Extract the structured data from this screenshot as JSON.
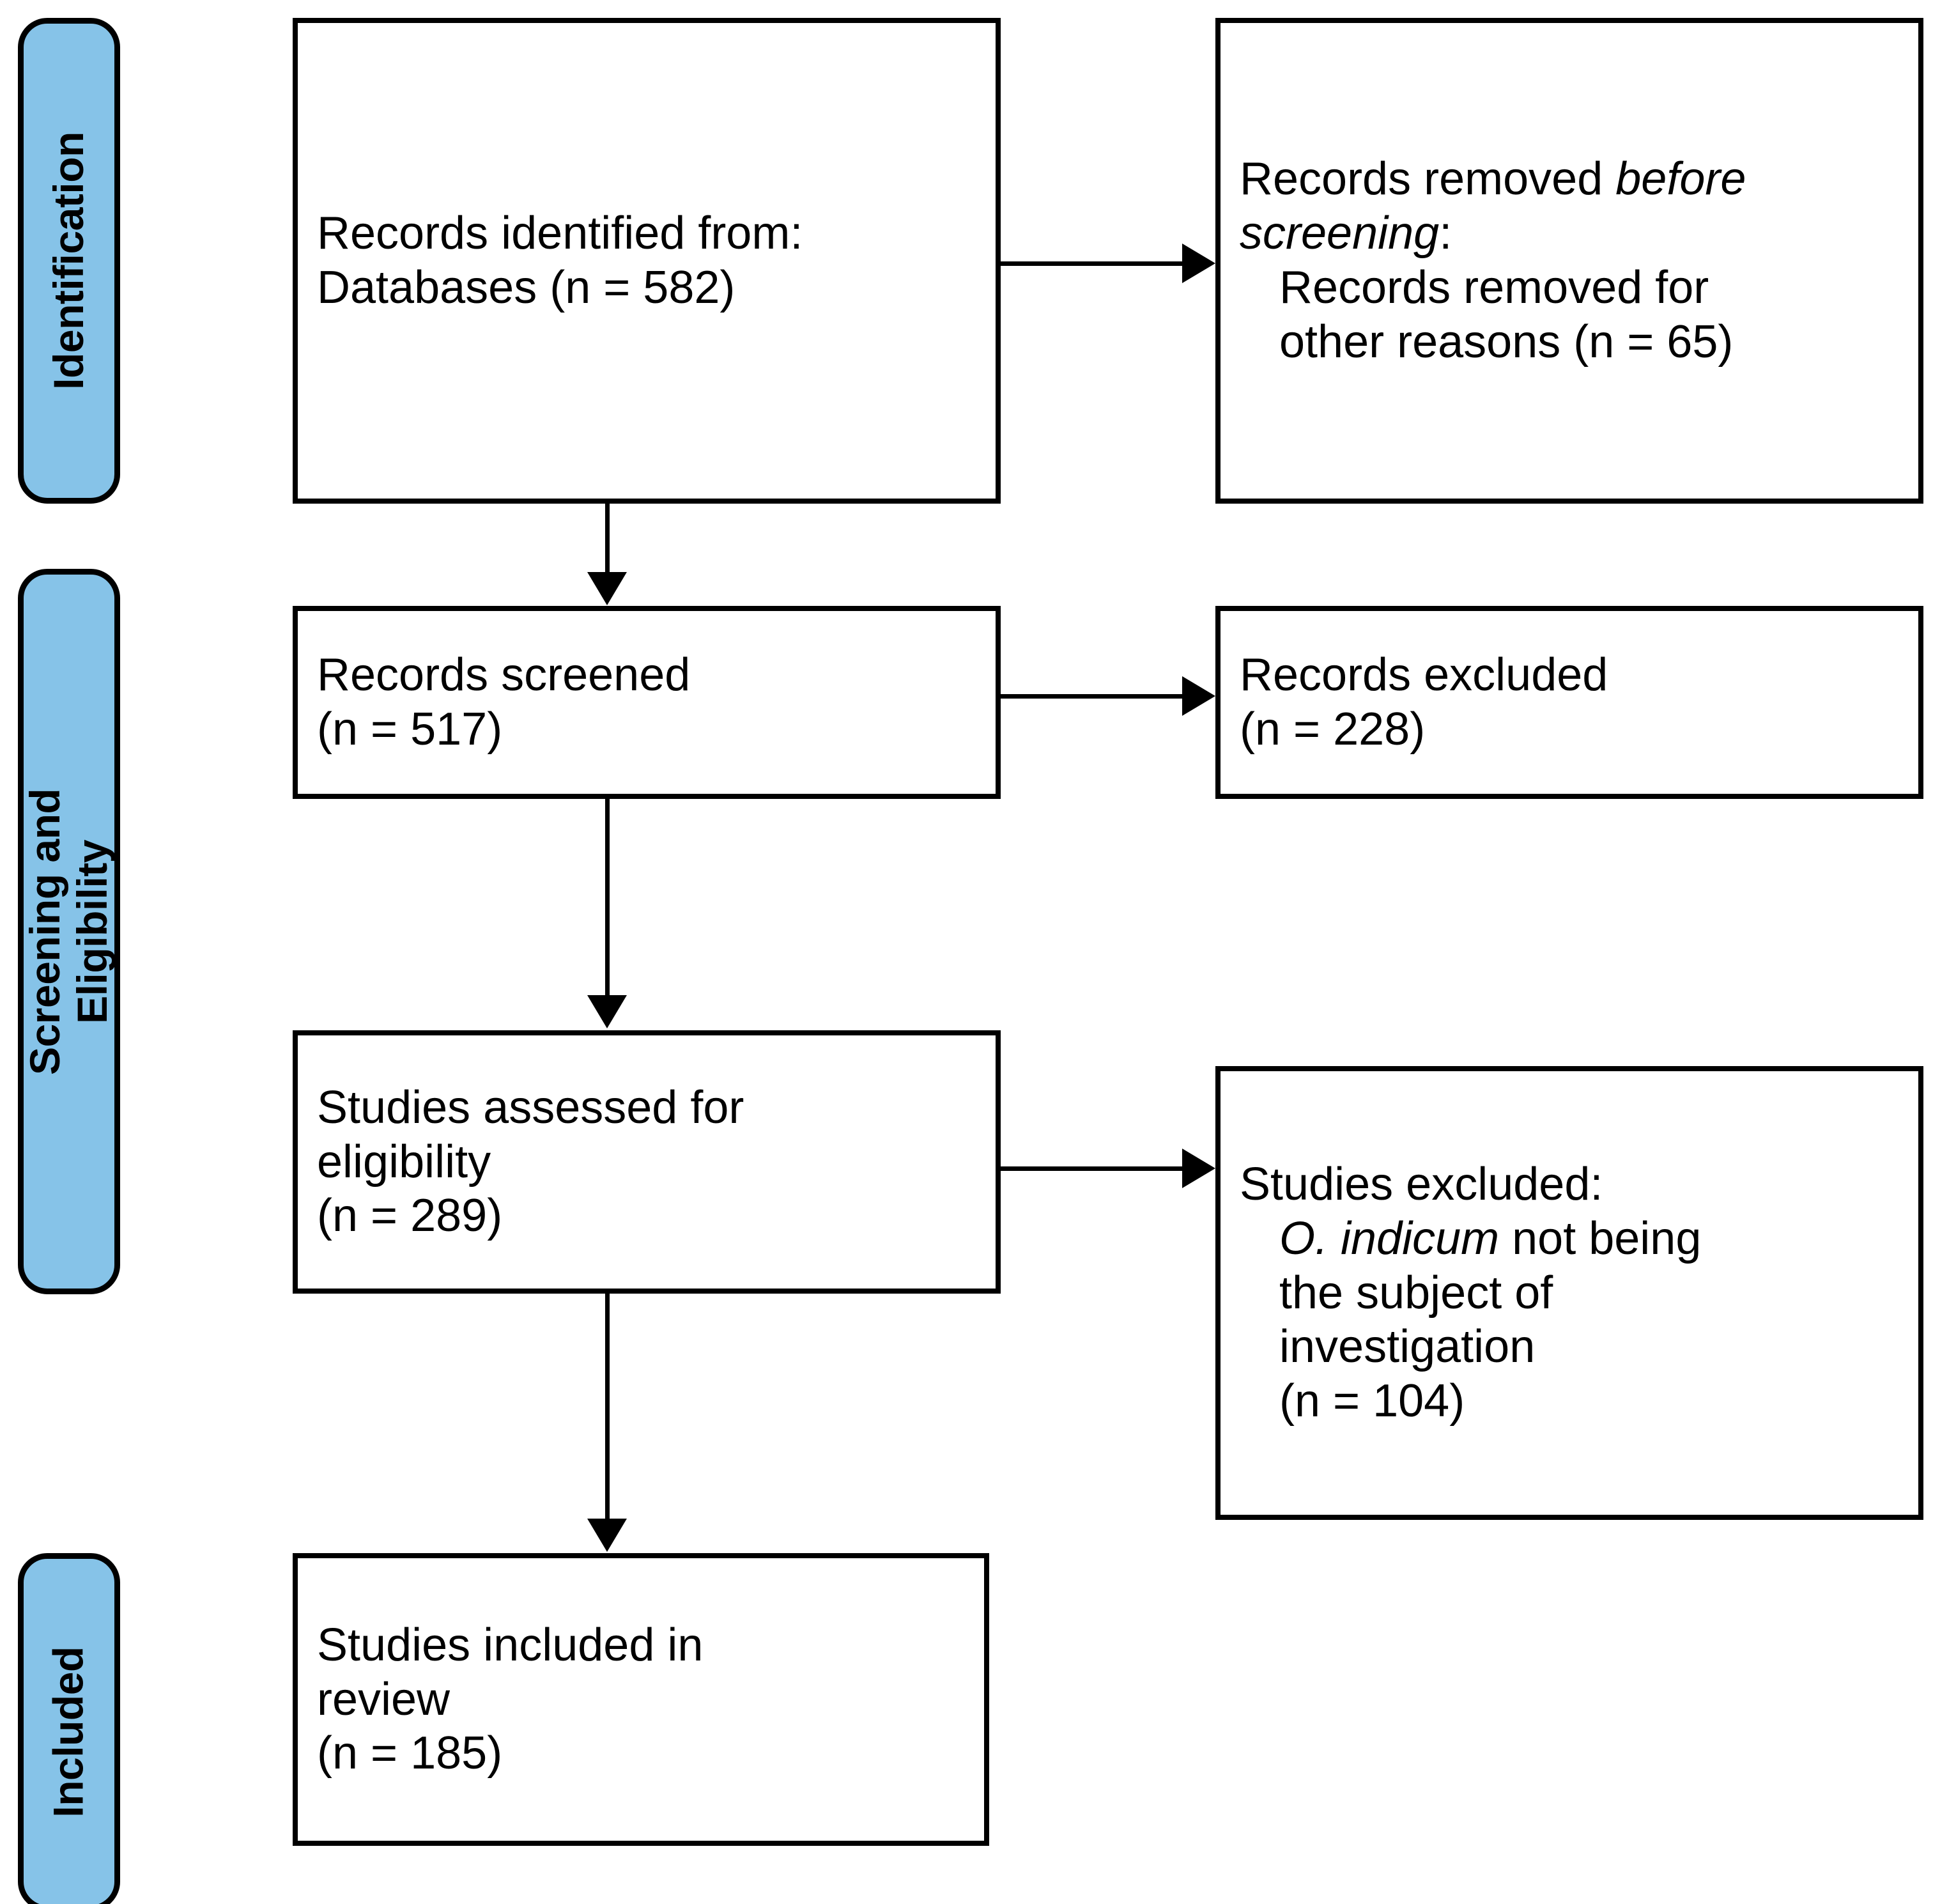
{
  "diagram": {
    "type": "prisma-flow-diagram",
    "title": "",
    "accent_color": "#86C3E8",
    "line_color": "#000000",
    "background": "#ffffff"
  },
  "stages": [
    {
      "id": "identification",
      "label": "Identification"
    },
    {
      "id": "screening-eligibility",
      "label": "Screening and\nEligibility"
    },
    {
      "id": "included",
      "label": "Included"
    }
  ],
  "boxes": {
    "records_identified": {
      "line1": "Records identified from:",
      "line2": "Databases (n = 582)",
      "count": 582
    },
    "records_removed": {
      "line1_plain": "Records removed ",
      "line1_italic": "before",
      "line2_italic": "screening",
      "line2_plain": ":",
      "line3": "Records removed for",
      "line4": "other reasons (n = 65)",
      "count": 65
    },
    "records_screened": {
      "line1": "Records screened",
      "line2": "(n = 517)",
      "count": 517
    },
    "records_excluded": {
      "line1": "Records excluded",
      "line2": "(n = 228)",
      "count": 228
    },
    "studies_assessed": {
      "line1": "Studies assessed for",
      "line2": "eligibility",
      "line3": "(n = 289)",
      "count": 289
    },
    "studies_excluded": {
      "line1": "Studies excluded:",
      "line2_italic": "O. indicum",
      "line2_plain": " not being",
      "line3": "the subject of",
      "line4": "investigation",
      "line5": "(n = 104)",
      "count": 104
    },
    "studies_included": {
      "line1": "Studies included in",
      "line2": "review",
      "line3": "(n = 185)",
      "count": 185
    }
  },
  "flow": {
    "identified_to_removed": "Records identified from: Databases (n = 582) -> Records removed before screening: Records removed for other reasons (n = 65)",
    "identified_to_screened": "Records identified from: Databases (n = 582) -> Records screened (n = 517)",
    "screened_to_excluded": "Records screened (n = 517) -> Records excluded (n = 228)",
    "screened_to_assessed": "Records screened (n = 517) -> Studies assessed for eligibility (n = 289)",
    "assessed_to_excluded": "Studies assessed for eligibility (n = 289) -> Studies excluded: O. indicum not being the subject of investigation (n = 104)",
    "assessed_to_included": "Studies assessed for eligibility (n = 289) -> Studies included in review (n = 185)"
  }
}
